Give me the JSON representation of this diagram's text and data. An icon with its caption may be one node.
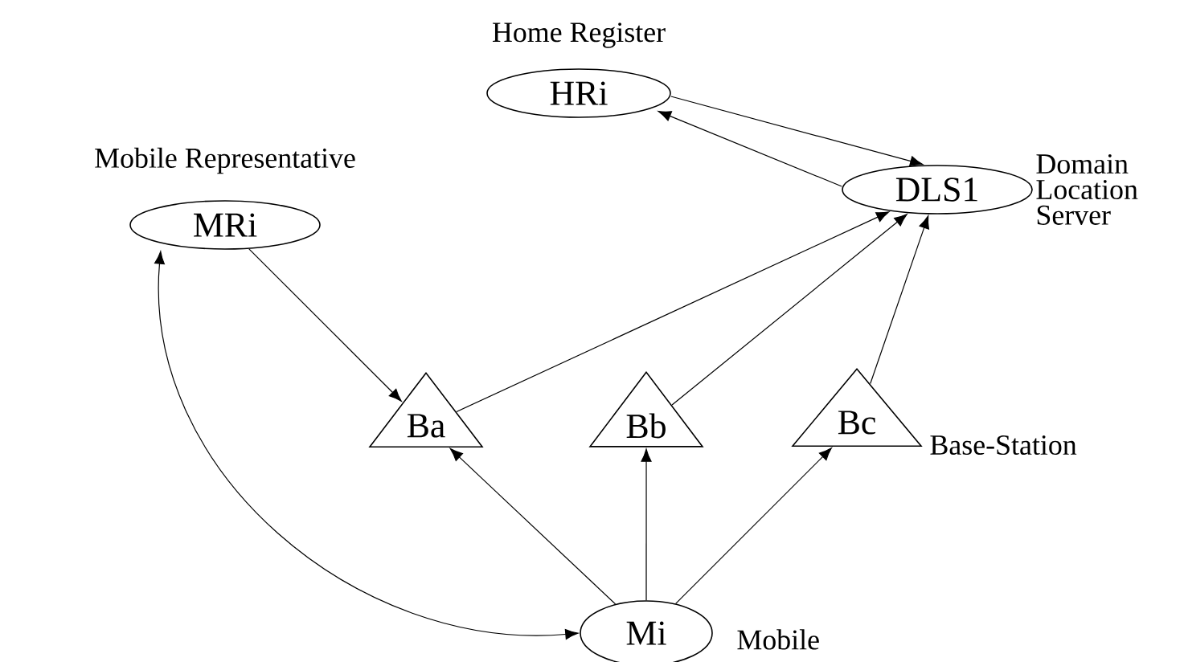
{
  "diagram": {
    "nodes": [
      {
        "text": [
          "HRi"
        ],
        "beside": [
          "Home Register"
        ]
      },
      {
        "text": [
          "DLS1"
        ],
        "beside": [
          "Domain Location Server"
        ]
      },
      {
        "text": [
          "MRi"
        ],
        "beside": [
          "Mobile Representative"
        ]
      },
      {
        "text": [
          "Ba"
        ]
      },
      {
        "text": [
          "Bb"
        ]
      },
      {
        "text": [
          "Bc"
        ],
        "beside": [
          "Base-Station"
        ]
      },
      {
        "text": [
          "Mi"
        ],
        "beside": [
          "Mobile"
        ]
      }
    ],
    "edges": [
      {
        "from": 0,
        "to": 1,
        "arrow": "to"
      },
      {
        "from": 1,
        "to": 0,
        "arrow": "to"
      },
      {
        "from": 2,
        "to": 3,
        "arrow": "to"
      },
      {
        "from": 3,
        "to": 1,
        "arrow": "to"
      },
      {
        "from": 4,
        "to": 1,
        "arrow": "to"
      },
      {
        "from": 5,
        "to": 1,
        "arrow": "to"
      },
      {
        "from": 6,
        "to": 3,
        "arrow": "to"
      },
      {
        "from": 6,
        "to": 4,
        "arrow": "to"
      },
      {
        "from": 6,
        "to": 5,
        "arrow": "to"
      },
      {
        "from": 2,
        "to": 6,
        "arrow": "both"
      }
    ]
  }
}
